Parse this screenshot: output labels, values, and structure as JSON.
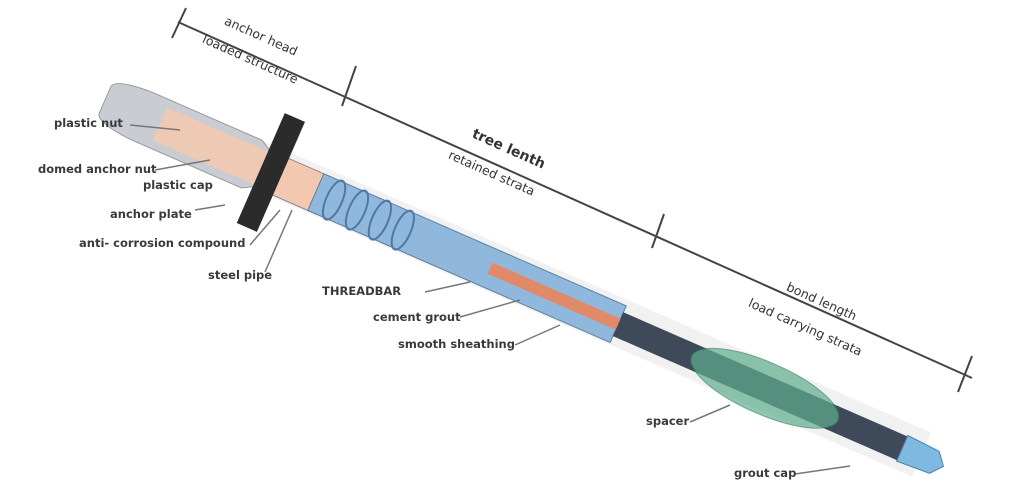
{
  "dimensions": {
    "anchor_head": "anchor head",
    "loaded_structure": "loaded structure",
    "tree_length": "tree lenth",
    "retained_strata": "retained strata",
    "bond_length": "bond length",
    "load_carrying_strata": "load carrying strata"
  },
  "labels": {
    "plastic_nut": "plastic nut",
    "domed_anchor_nut": "domed anchor nut",
    "plastic_cap": "plastic cap",
    "anchor_plate": "anchor plate",
    "anti_corrosion": "anti- corrosion compound",
    "steel_pipe": "steel pipe",
    "threadbar": "THREADBAR",
    "cement_grout": "cement grout",
    "smooth_sheathing": "smooth sheathing",
    "spacer": "spacer",
    "grout_cap": "grout cap"
  },
  "colors": {
    "sheath": "#8fb8dc",
    "rod": "#3e4a5a",
    "spacer": "#5fae8e",
    "nut": "#f2c9b0",
    "plate": "#2b2b2b"
  }
}
